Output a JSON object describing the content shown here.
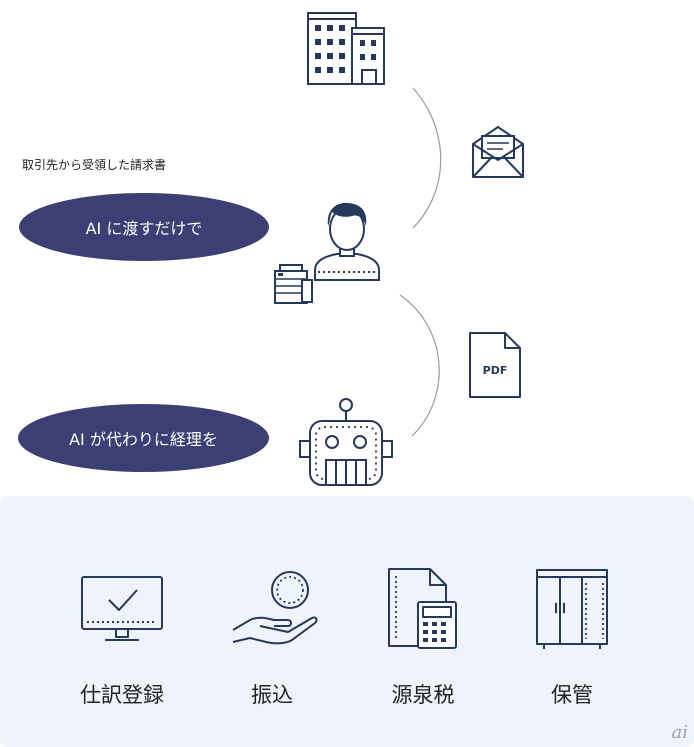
{
  "caption": "取引先から受領した請求書",
  "steps": [
    {
      "label": "AI に渡すだけで"
    },
    {
      "label": "AI が代わりに経理を"
    }
  ],
  "document": {
    "badge": "PDF"
  },
  "tools": [
    {
      "label": "仕訳登録",
      "icon": "monitor-check-icon"
    },
    {
      "label": "振込",
      "icon": "hand-coin-icon"
    },
    {
      "label": "源泉税",
      "icon": "document-calculator-icon"
    },
    {
      "label": "保管",
      "icon": "cabinet-icon"
    }
  ],
  "watermark": "ai",
  "colors": {
    "navy": "#25395c",
    "pill": "#3b3f73",
    "panel": "#eef4f9"
  }
}
